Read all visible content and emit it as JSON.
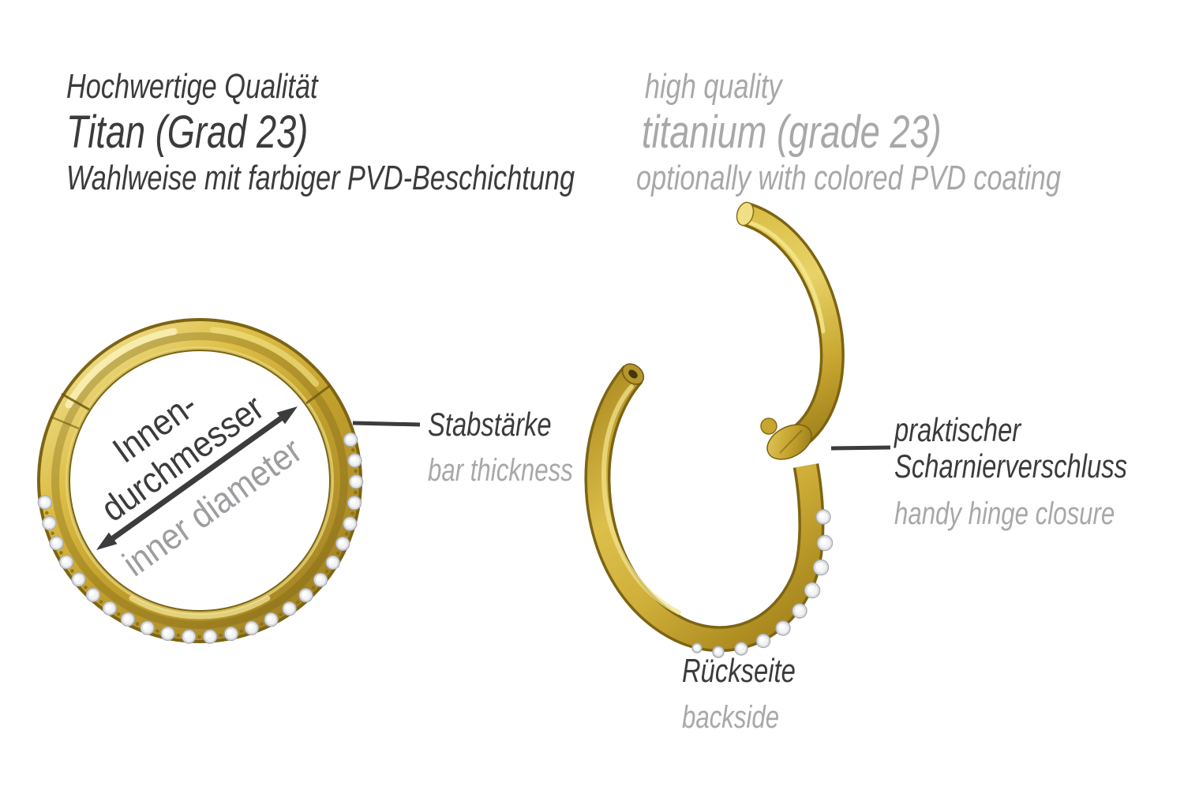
{
  "header": {
    "de": {
      "quality": "Hochwertige Qualität",
      "material": "Titan (Grad 23)",
      "coating": "Wahlweise mit farbiger PVD-Beschichtung"
    },
    "en": {
      "quality": "high quality",
      "material": "titanium (grade 23)",
      "coating": "optionally with colored PVD coating"
    }
  },
  "annotations": {
    "inner_diameter": {
      "de_line1": "Innen-",
      "de_line2": "durchmesser",
      "en": "inner diameter"
    },
    "bar_thickness": {
      "de": "Stabstärke",
      "en": "bar thickness"
    },
    "hinge_closure": {
      "de_line1": "praktischer",
      "de_line2": "Scharnierverschluss",
      "en": "handy hinge closure"
    },
    "backside": {
      "de": "Rückseite",
      "en": "backside"
    }
  },
  "colors": {
    "text_primary": "#3b3b3d",
    "text_secondary": "#a8a8aa",
    "arrow": "#3c3c3e",
    "gold_dark_rim": "#7c6413",
    "gold_base": "#c7a52f",
    "gold_bright": "#e6cc5c",
    "gold_highlight": "#f7ecac",
    "gem_white": "#f3f4f6"
  }
}
